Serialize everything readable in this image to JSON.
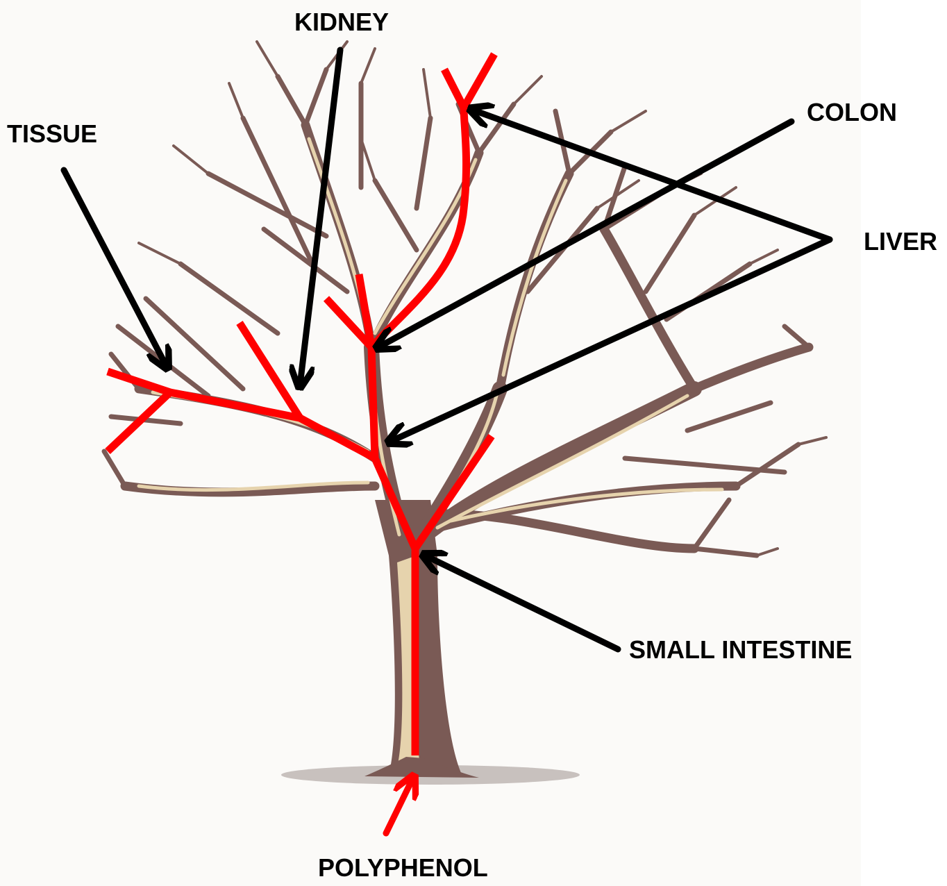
{
  "labels": {
    "kidney": "KIDNEY",
    "tissue": "TISSUE",
    "colon": "COLON",
    "liver": "LIVER",
    "small_intestine": "SMALL INTESTINE",
    "polyphenol": "POLYPHENOL"
  },
  "colors": {
    "pathway": "#ff0000",
    "pointer": "#000000",
    "input_arrow": "#ff0000",
    "bark": "#7a5a55",
    "bark_highlight": "#e6d3ad",
    "ground_shadow": "#b7aeab"
  },
  "icons": [
    "tree-illustration",
    "pathway-lines",
    "pointer-arrows"
  ]
}
